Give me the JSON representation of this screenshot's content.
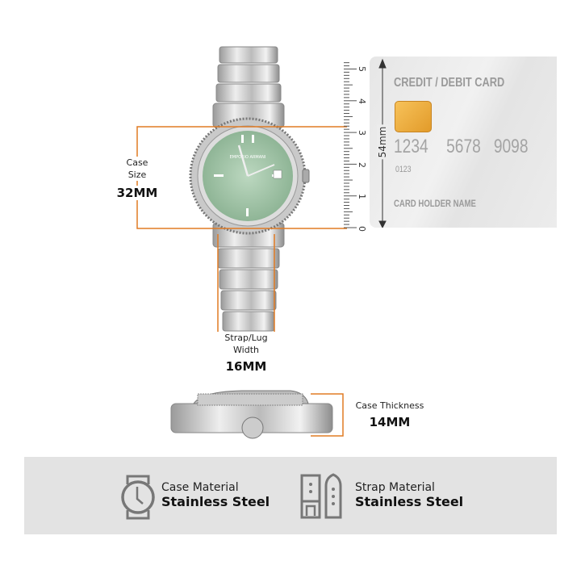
{
  "case_size": {
    "label": "Case\nSize",
    "label_line1": "Case",
    "label_line2": "Size",
    "value": "32MM"
  },
  "strap_width": {
    "label_line1": "Strap/Lug",
    "label_line2": "Width",
    "value": "16MM"
  },
  "case_thickness": {
    "label": "Case Thickness",
    "value": "14MM"
  },
  "ruler": {
    "ticks": [
      "0",
      "1",
      "2",
      "3",
      "4",
      "5"
    ],
    "dimension": "54mm"
  },
  "card": {
    "title": "CREDIT / DEBIT CARD",
    "number_groups": [
      "1234",
      "5678",
      "9098"
    ],
    "small_number": "0123",
    "holder": "CARD HOLDER NAME"
  },
  "watch": {
    "brand_text": "EMPORIO ARMANI",
    "dial_color": "#a7c7ad",
    "accent_color": "#e07b24"
  },
  "materials": [
    {
      "icon": "watch-icon",
      "label": "Case Material",
      "value": "Stainless Steel"
    },
    {
      "icon": "strap-icon",
      "label": "Strap Material",
      "value": "Stainless Steel"
    }
  ]
}
